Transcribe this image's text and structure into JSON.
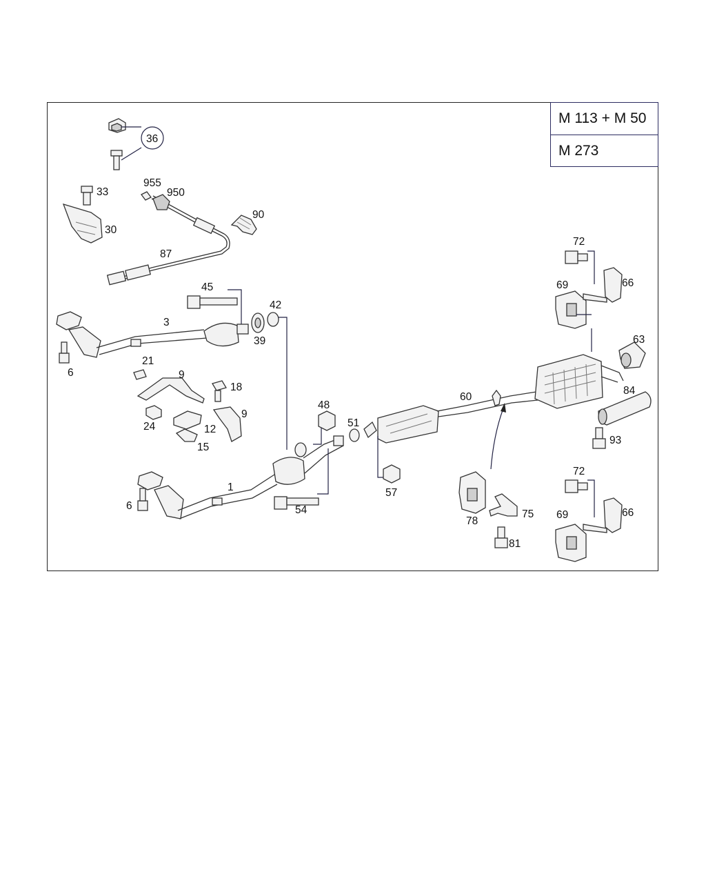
{
  "models": [
    "M 113 + M 50",
    "M 273"
  ],
  "callouts": {
    "c36": "36",
    "c33": "33",
    "c30": "30",
    "c955": "955",
    "c950": "950",
    "c90": "90",
    "c87": "87",
    "c45": "45",
    "c42": "42",
    "c3": "3",
    "c39": "39",
    "c6a": "6",
    "c21": "21",
    "c9a": "9",
    "c18": "18",
    "c9b": "9",
    "c24": "24",
    "c12": "12",
    "c15": "15",
    "c48": "48",
    "c51": "51",
    "c1": "1",
    "c6b": "6",
    "c54": "54",
    "c57": "57",
    "c60": "60",
    "c72a": "72",
    "c69a": "69",
    "c66a": "66",
    "c63": "63",
    "c84": "84",
    "c93": "93",
    "c72b": "72",
    "c78": "78",
    "c75": "75",
    "c69b": "69",
    "c66b": "66",
    "c81": "81"
  },
  "colors": {
    "line": "#333333",
    "frame": "#222222",
    "table_border": "#2b2b60"
  }
}
